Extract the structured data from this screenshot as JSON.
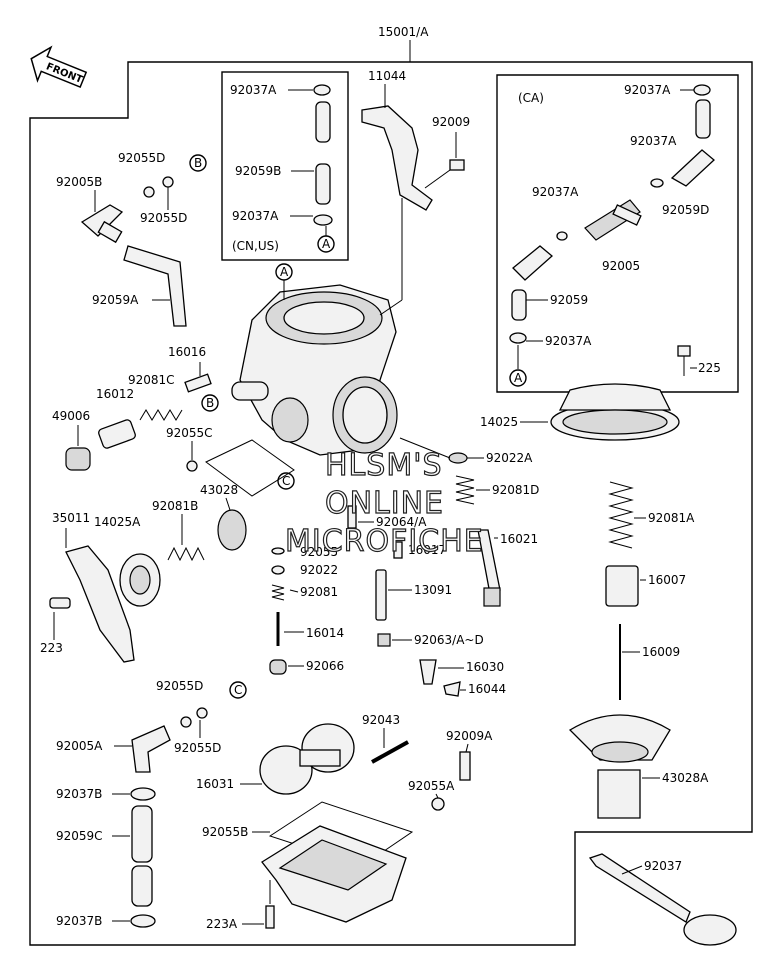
{
  "assembly_label": "15001/A",
  "front_label": "FRONT",
  "watermark": [
    "HLSM'S",
    "ONLINE",
    "MICROFICHE"
  ],
  "box_cn_us": {
    "note": "(CN,US)"
  },
  "box_ca": {
    "note": "(CA)"
  },
  "callouts": {
    "a": "A",
    "b": "B",
    "c": "C"
  },
  "parts": {
    "p11044": "11044",
    "p92009": "92009",
    "p92055D_1": "92055D",
    "p92005B": "92005B",
    "p92055D_2": "92055D",
    "p92059A": "92059A",
    "p16016": "16016",
    "p92081C": "92081C",
    "p16012": "16012",
    "p49006": "49006",
    "p92055C": "92055C",
    "p43028": "43028",
    "p35011": "35011",
    "p92081B": "92081B",
    "p14025A": "14025A",
    "p223": "223",
    "p92022A": "92022A",
    "p92081D": "92081D",
    "p92064A": "92064/A",
    "p16021": "16021",
    "p92055": "92055",
    "p16017": "16017",
    "p92022": "92022",
    "p92081": "92081",
    "p13091": "13091",
    "p16014": "16014",
    "p92063": "92063/A~D",
    "p92066": "92066",
    "p16030": "16030",
    "p16044": "16044",
    "p92055D_3": "92055D",
    "p92005A": "92005A",
    "p92055D_4": "92055D",
    "p92043": "92043",
    "p92009A": "92009A",
    "p92055A": "92055A",
    "p16031": "16031",
    "p92037B_1": "92037B",
    "p92059C": "92059C",
    "p92055B": "92055B",
    "p92037B_2": "92037B",
    "p223A": "223A",
    "p92037A_cn1": "92037A",
    "p92059B": "92059B",
    "p92037A_cn2": "92037A",
    "p92037A_ca1": "92037A",
    "p92037A_ca2": "92037A",
    "p92037A_ca3": "92037A",
    "p92059D": "92059D",
    "p92005": "92005",
    "p92059": "92059",
    "p92037A_ca4": "92037A",
    "p225": "225",
    "p14025": "14025",
    "p92081A": "92081A",
    "p16007": "16007",
    "p16009": "16009",
    "p43028A": "43028A",
    "p92037": "92037"
  }
}
